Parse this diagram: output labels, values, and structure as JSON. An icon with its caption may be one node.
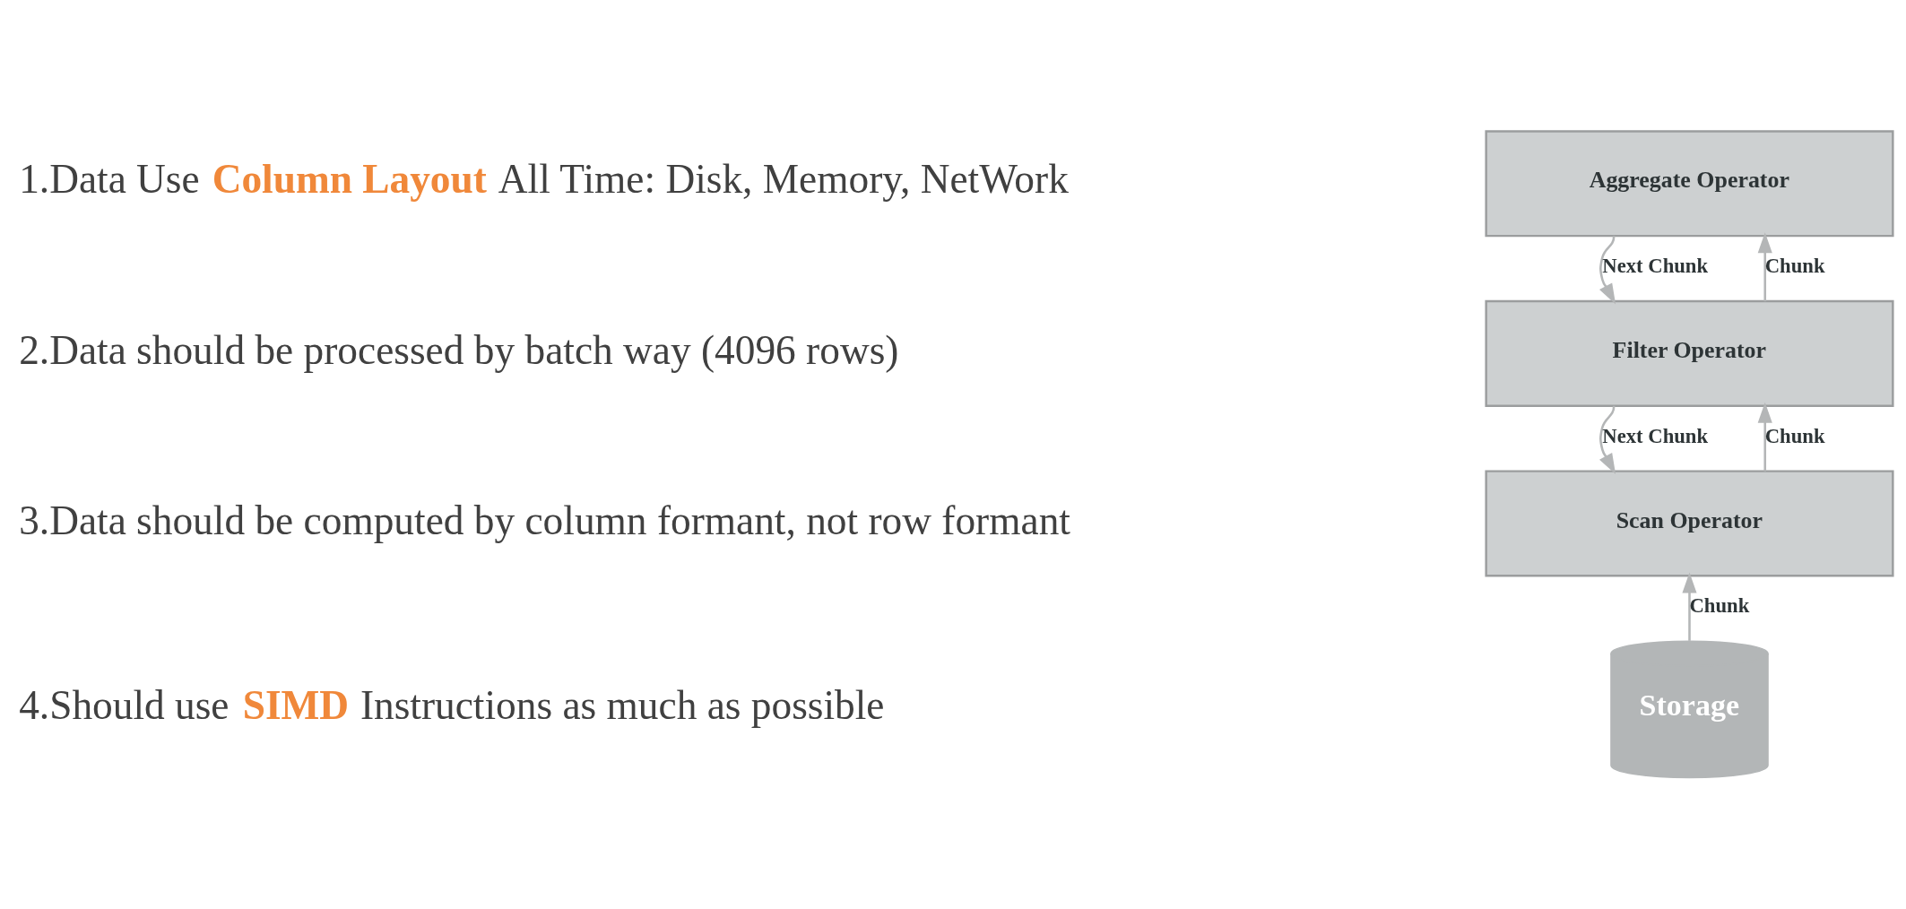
{
  "diagram": {
    "nodes": [
      {
        "text": [
          "Aggregate Operator"
        ]
      },
      {
        "text": [
          "Filter Operator"
        ]
      },
      {
        "text": [
          "Scan Operator"
        ]
      },
      {
        "text": [
          "Storage"
        ]
      }
    ],
    "edges": [
      {
        "from": 0,
        "to": 1,
        "arrow": "to",
        "label": "Next Chunk"
      },
      {
        "from": 1,
        "to": 0,
        "arrow": "to",
        "label": "Chunk"
      },
      {
        "from": 1,
        "to": 2,
        "arrow": "to",
        "label": "Next Chunk"
      },
      {
        "from": 2,
        "to": 1,
        "arrow": "to",
        "label": "Chunk"
      },
      {
        "from": 3,
        "to": 2,
        "arrow": "to",
        "label": "Chunk"
      }
    ],
    "labels": [
      "1.Data Use **Column Layout** All Time: Disk, Memory, NetWork",
      "2.Data should be processed by batch way (4096 rows)",
      "3.Data should be computed by column formant, not row formant",
      "4.Should use **SIMD** Instructions as much as possible"
    ]
  }
}
